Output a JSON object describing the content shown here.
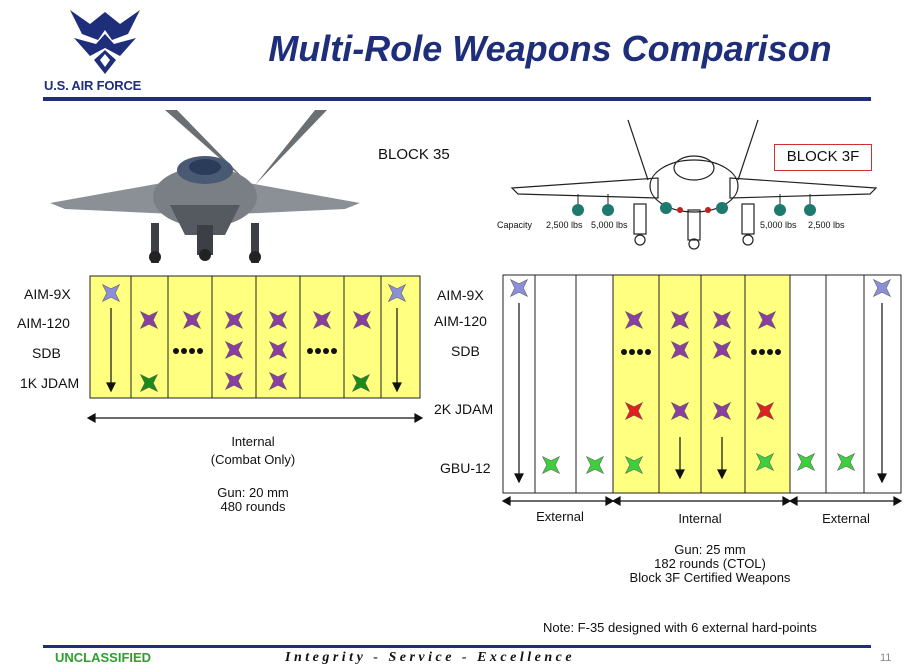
{
  "header": {
    "title": "Multi-Role Weapons Comparison",
    "org_label": "U.S. AIR FORCE",
    "logo_icon": "usaf-wings-icon"
  },
  "left": {
    "aircraft_label": "BLOCK 35",
    "rows": [
      "AIM-9X",
      "AIM-120",
      "SDB",
      "1K JDAM"
    ],
    "bay_label": "Internal",
    "bay_sublabel": "(Combat Only)",
    "gun": "Gun: 20 mm",
    "rounds": "480 rounds"
  },
  "right": {
    "aircraft_label": "BLOCK 3F",
    "rows": [
      "AIM-9X",
      "AIM-120",
      "SDB",
      "2K JDAM",
      "GBU-12"
    ],
    "capacity_label": "Capacity",
    "capacities": [
      "2,500 lbs",
      "5,000 lbs",
      "5,000 lbs",
      "2,500 lbs"
    ],
    "bay_labels": [
      "External",
      "Internal",
      "External"
    ],
    "gun": "Gun: 25 mm",
    "rounds": "182 rounds (CTOL)",
    "certified": "Block 3F Certified Weapons"
  },
  "footer": {
    "note": "Note: F-35 designed with 6 external hard-points",
    "classification": "UNCLASSIFIED",
    "motto": "Integrity - Service - Excellence",
    "page": "11"
  },
  "colors": {
    "title": "#1f2e7a",
    "bay_fill": "#ffff80",
    "classification": "#2f9e2f",
    "aim9x": "#8a8fd8",
    "aim120": "#8a3fa0",
    "jdam_1k": "#1a8a1a",
    "jdam_2k": "#e02020",
    "gbu12": "#3ecf3e"
  }
}
